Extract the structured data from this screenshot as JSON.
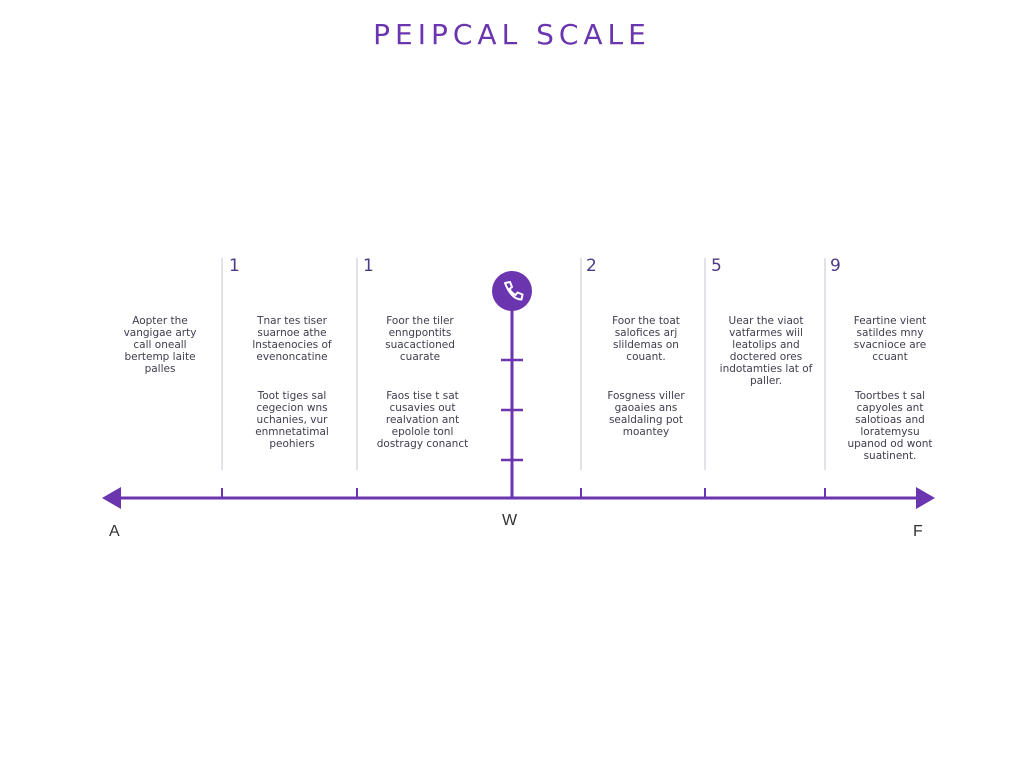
{
  "title": "PEIPCAL SCALE",
  "colors": {
    "accent": "#6b35b0",
    "divider": "#d8d8e2"
  },
  "marker_icon": "phone-icon",
  "columns": [
    {
      "number": "",
      "note1": "Aopter the\nvangigae arty\ncall oneall\nbertemp laite\npalles",
      "note2": ""
    },
    {
      "number": "1",
      "note1": "Tnar tes tiser\nsuarnoe athe\nlnstaenocies of\nevenoncatine",
      "note2": "Toot tiges sal\ncegecion wns\nuchanies, vur\nenmnetatimal\npeohiers"
    },
    {
      "number": "1",
      "note1": "Foor the tiler\nenngpontits\nsuacactioned\ncuarate",
      "note2": "Faos tise t sat\ncusavies out\nrealvation ant\nepolole tonl\ndostragy conanct"
    },
    {
      "number": "2",
      "note1": "Foor the toat\nsalofices arj\nslildemas on\ncouant.",
      "note2": "Fosgness viller\ngaoaies ans\nsealdaling pot\nmoantey"
    },
    {
      "number": "5",
      "note1": "Uear the viaot\nvatfarmes wiil\nleatolips and\ndoctered ores\nindotamties lat of\npaller.",
      "note2": ""
    },
    {
      "number": "9",
      "note1": "Feartine vient\nsatildes mny\nsvacnioce are\nccuant",
      "note2": "Toortbes t sal\ncapyoles ant\nsalotioas and\nloratemysu\nupanod od wont\nsuatinent."
    }
  ],
  "axis": {
    "left_label": "A",
    "center_label": "W",
    "right_label": "F"
  }
}
